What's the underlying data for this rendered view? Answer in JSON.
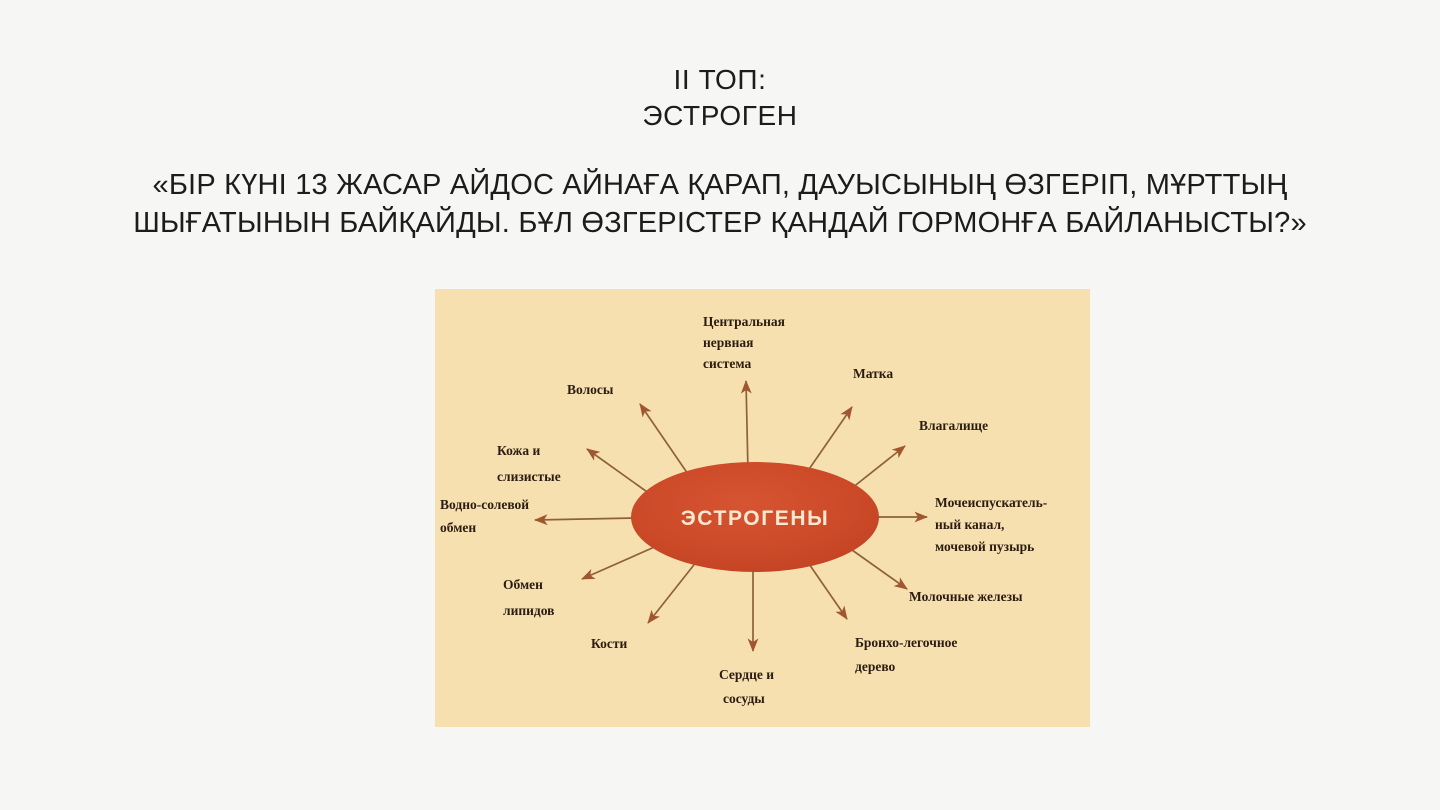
{
  "slide": {
    "background_color": "#f6f6f5",
    "title": {
      "line1": "II ТОП:",
      "line2": "ЭСТРОГЕН"
    },
    "question": "«БІР КҮНІ 13 ЖАСАР АЙДОС АЙНАҒА ҚАРАП, ДАУЫСЫНЫҢ ӨЗГЕРІП, МҰРТТЫҢ ШЫҒАТЫНЫН БАЙҚАЙДЫ. БҰЛ ӨЗГЕРІСТЕР ҚАНДАЙ ГОРМОНҒА БАЙЛАНЫСТЫ?»"
  },
  "diagram": {
    "type": "radial-mind-map",
    "panel_background": "#f7e0b0",
    "center_fill": "#cc4a28",
    "center_text_color": "#fbe8cf",
    "arrow_color": "#8d6239",
    "center": "ЭСТРОГЕНЫ",
    "labels": {
      "cns_1": "Центральная",
      "cns_2": "нервная",
      "cns_3": "система",
      "hair": "Волосы",
      "skin_1": "Кожа и",
      "skin_2": "слизистые",
      "water_salt_1": "Водно-солевой",
      "water_salt_2": "обмен",
      "lipids_1": "Обмен",
      "lipids_2": "липидов",
      "bones": "Кости",
      "heart_1": "Сердце и",
      "heart_2": "сосуды",
      "uterus": "Матка",
      "vagina": "Влагалище",
      "urinary_1": "Мочеиспускатель-",
      "urinary_2": "ный канал,",
      "urinary_3": "мочевой пузырь",
      "breast": "Молочные железы",
      "bronchi_1": "Бронхо-легочное",
      "bronchi_2": "дерево"
    }
  }
}
